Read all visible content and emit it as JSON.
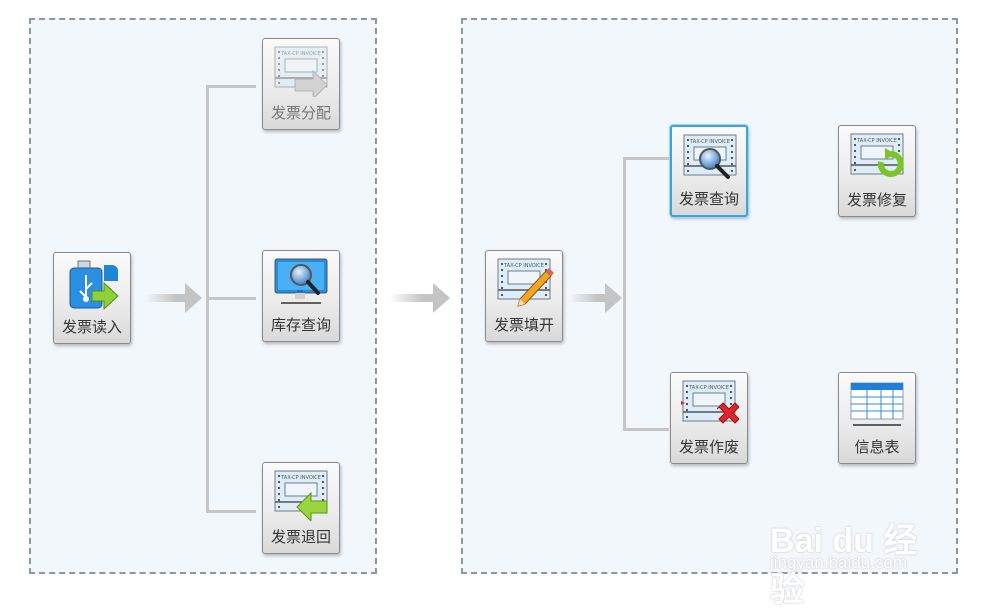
{
  "diagram": {
    "left_panel": {
      "source": {
        "label": "发票读入",
        "icon": "usb-import-icon"
      },
      "targets": [
        {
          "label": "发票分配",
          "icon": "invoice-distribute-icon",
          "state": "disabled"
        },
        {
          "label": "库存查询",
          "icon": "monitor-search-icon",
          "state": "normal"
        },
        {
          "label": "发票退回",
          "icon": "invoice-return-icon",
          "state": "normal"
        }
      ]
    },
    "right_panel": {
      "source": {
        "label": "发票填开",
        "icon": "invoice-write-icon"
      },
      "targets": [
        {
          "label": "发票查询",
          "icon": "invoice-search-icon",
          "state": "selected"
        },
        {
          "label": "发票作废",
          "icon": "invoice-void-icon",
          "state": "normal"
        }
      ],
      "extras": [
        {
          "label": "发票修复",
          "icon": "invoice-repair-icon"
        },
        {
          "label": "信息表",
          "icon": "info-table-icon"
        }
      ]
    },
    "invoice_header_text": "TAX-CP INVOICE",
    "colors": {
      "panel_bg": "#f2f7fb",
      "panel_border": "#8f969c",
      "connector": "#c6c6c6",
      "selected_border": "#3aa6dd",
      "green_arrow": "#7cc428",
      "red_x": "#e0262a"
    }
  },
  "watermark": {
    "brand": "Bai du 经验",
    "url": "jingyan.baidu.com"
  }
}
